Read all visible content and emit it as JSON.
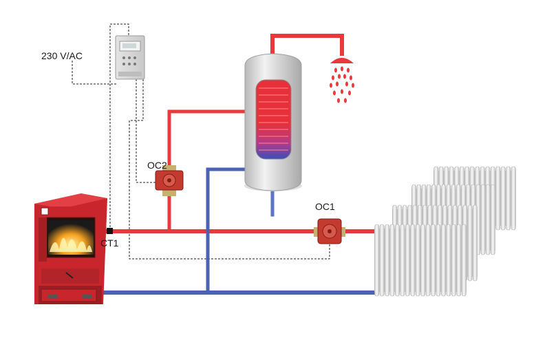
{
  "labels": {
    "power": "230 V/AC",
    "pump_oc2": "OC2",
    "pump_oc1": "OC1",
    "sensor_ct1": "CT1"
  },
  "colors": {
    "hot_pipe": "#e8393c",
    "cold_pipe": "#4a63b5",
    "boiler_body": "#c8262c",
    "tank_body": "#dcdcdc",
    "pump_body": "#c43a2e",
    "radiator": "#e6e6e6",
    "control_wire": "#222222"
  },
  "icons": {
    "boiler": "solid-fuel-boiler-icon",
    "controller": "controller-unit-icon",
    "tank": "hot-water-tank-icon",
    "shower": "shower-head-icon",
    "radiators": "radiator-icon",
    "pumps": "circulation-pump-icon"
  }
}
